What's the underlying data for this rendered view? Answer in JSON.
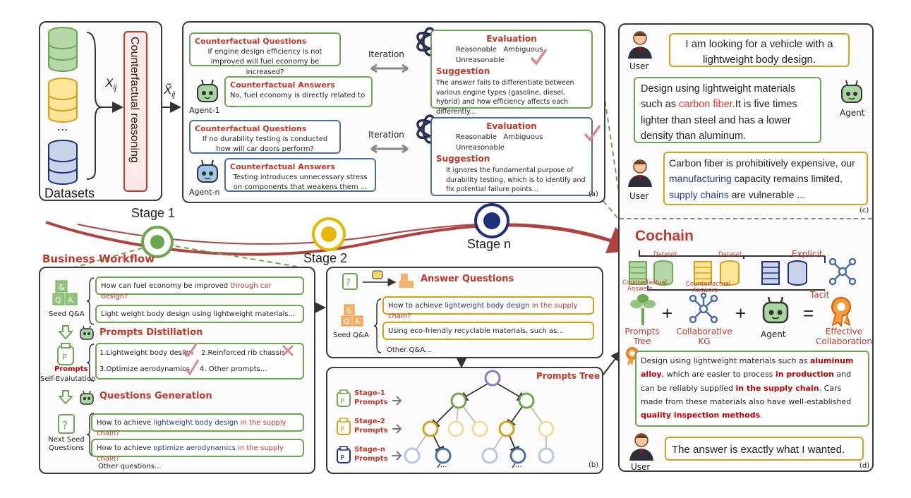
{
  "stage_labels": {
    "s1": "Stage 1",
    "s2": "Stage 2",
    "sn": "Stage n"
  },
  "datasets": {
    "label": "Datasets",
    "dots": "...",
    "xij": "X",
    "xij_sub": "ij",
    "xtil": "X̃",
    "xtil_sub": "ij",
    "cf_reasoning": "Counterfactual reasoning"
  },
  "panel_a": {
    "tag": "(a)",
    "iteration": "Iteration",
    "agent1": "Agent-1",
    "agentn": "Agent-n",
    "q1_head": "Counterfactual Questions",
    "q1_text": "If engine design efficiency is not improved will fuel economy be increased?",
    "a1_head": "Counterfactual Answers",
    "a1_text": "No, fuel economy is directly related to ...",
    "q2_head": "Counterfactual Questions",
    "q2_text": "If no durability testing is conducted how will car doors perform?",
    "a2_head": "Counterfactual Answers",
    "a2_text": "Testing introduces unnecessary stress on components that weakens them ...",
    "eval_head": "Evaluation",
    "reasonable": "Reasonable",
    "ambiguous": "Ambiguous",
    "unreasonable": "Unreasonable",
    "sugg_head": "Suggestion",
    "s1_text": "The answer fails to differentiate between various engine types (gasoline, diesel, hybrid) and how efficiency affects each differently...",
    "s2_text": "It ignores the fundamental purpose of durability testing, which is to identify and fix potential failure points..."
  },
  "panel_c": {
    "tag": "(c)",
    "user": "User",
    "agent": "Agent",
    "u1": "I am looking for a vehicle with a lightweight body design.",
    "ag1_pre": "Design using lightweight materials such as ",
    "ag1_hl": "carbon fiber",
    "ag1_post": ".It is five times lighter than steel and has a lower density than aluminum.",
    "u2_a": "Carbon fiber is prohibitively expensive, our ",
    "u2_hl1": "manufacturing",
    "u2_b": " capacity remains limited, ",
    "u2_hl2": "supply chains",
    "u2_c": " are vulnerable ..."
  },
  "cochain": {
    "title": "Cochain",
    "tag": "(d)",
    "dataset1": "Dataset",
    "dataset2": "Dataset",
    "cf_ans1": "Counterfactual Answers",
    "cf_ans2": "Counterfactual Answers",
    "explicit": "Explicit",
    "tacit": "Tacit",
    "plus1": "+",
    "plus2": "+",
    "eq": "=",
    "prompts_tree": "Prompts Tree",
    "collab_kg": "Collaborative KG",
    "agent": "Agent",
    "effective": "Effective Collaboration",
    "r_a": "Design using lightweight materials such as ",
    "r_hl1": "aluminum alloy",
    "r_b": ", which are easier to process ",
    "r_hl2": "in production",
    "r_c": " and can be reliably supplied ",
    "r_hl3": "in the supply chain",
    "r_d": ". Cars made from these materials also have well-established ",
    "r_hl4": "quality inspection methods",
    "r_e": ".",
    "user": "User",
    "final": "The answer is exactly what I wanted."
  },
  "business": {
    "title": "Business Workflow",
    "seed_qa": "Seed Q&A",
    "q1_a": "How can fuel economy be improved ",
    "q1_hl": "through car design?",
    "q2": "Light weight body design using lightweight materials...",
    "prompts_distillation": "Prompts Distillation",
    "prompts": "Prompts",
    "self_eval": "Self-Evalutation",
    "p1": "1.Lightweight body design",
    "p2": "2.Reinforced rib chassis",
    "p3": "3.Optimize aerodynamics",
    "p4": "4. Other prompts...",
    "questions_generation": "Questions Generation",
    "next_seed": "Next Seed Questions",
    "g1_a": "How to achieve ",
    "g1_hl1": "lightweight body design",
    "g1_hl2": " in the supply chain?",
    "g2_a": "How to achieve ",
    "g2_hl1": "optimize aerodynamics",
    "g2_hl2": " in the supply chain?",
    "other_q": "Other questions..."
  },
  "panel_b": {
    "tag": "(b)",
    "answer_q": "Answer Questions",
    "seed_qa": "Seed Q&A",
    "a1_a": "How to achieve ",
    "a1_hl1": "lightweight body design",
    "a1_hl2": " in the supply chain?",
    "a2": "Using eco-friendly recyclable materials, such as...",
    "other": "Other Q&A...",
    "prompts_tree": "Prompts Tree",
    "st1": "Stage-1 Prompts",
    "st2": "Stage-2 Prompts",
    "stn": "Stage-n Prompts",
    "dots": "..."
  },
  "colors": {
    "red": "#c0392b",
    "green": "#6aa84f",
    "yellow": "#e6b800",
    "navy": "#1f2f7a",
    "blue": "#4a6fa5"
  }
}
